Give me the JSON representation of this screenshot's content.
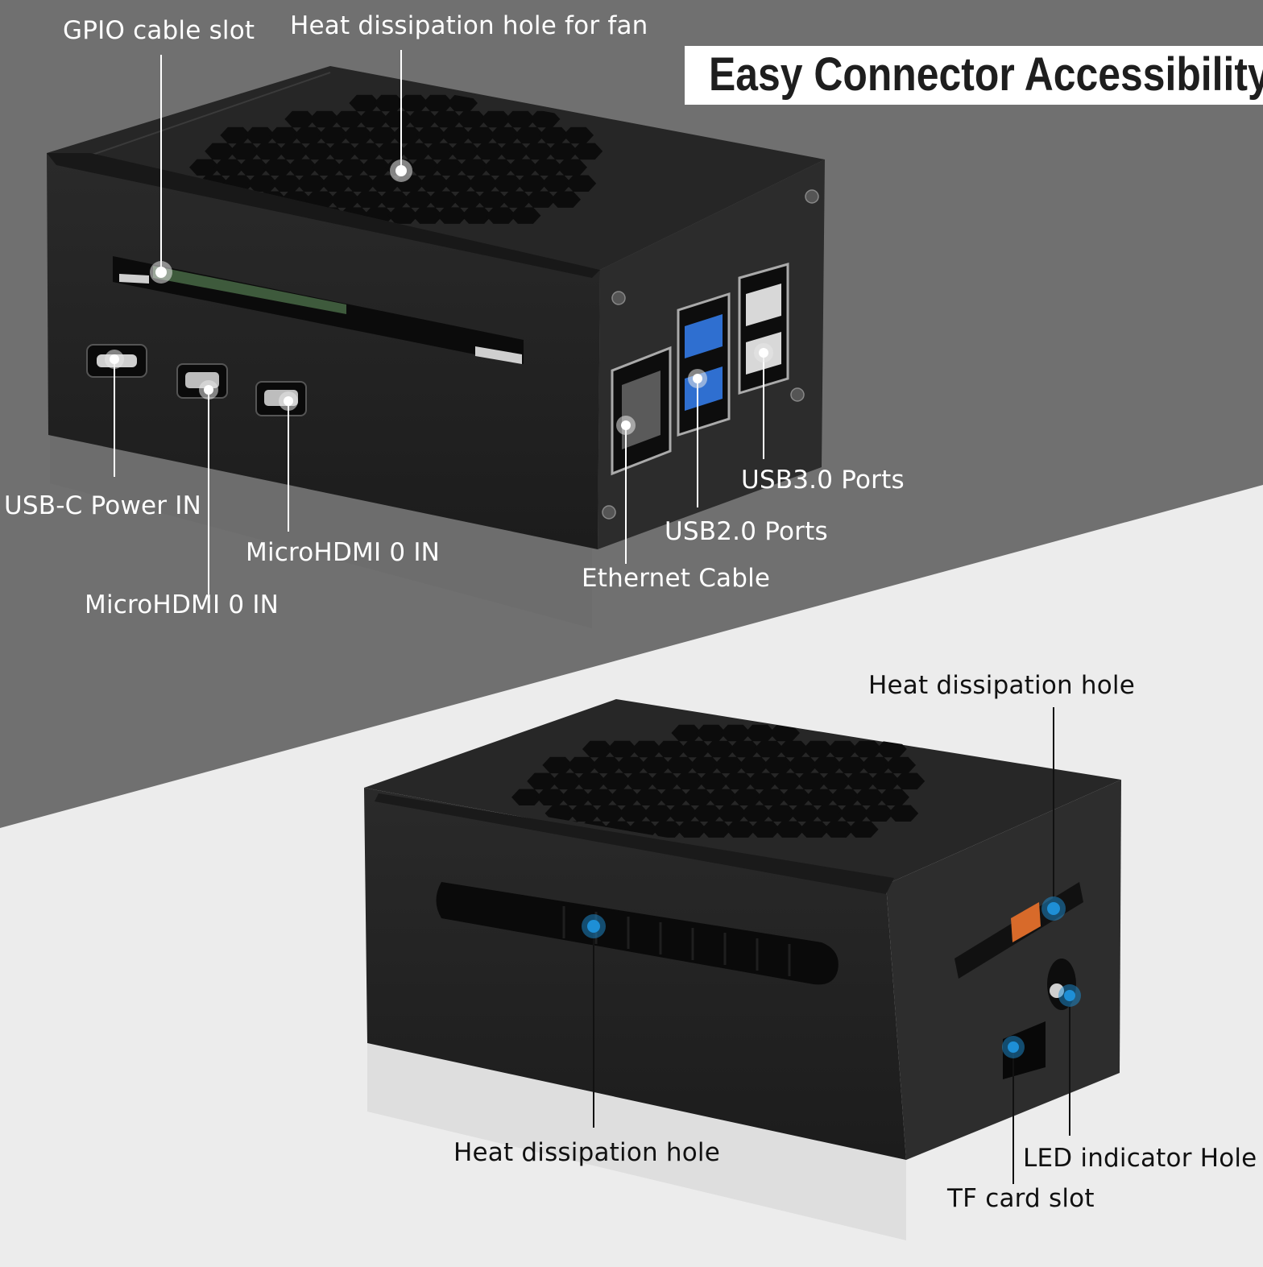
{
  "title": "Easy Connector Accessibility",
  "colors": {
    "upper_background": "#707070",
    "lower_background": "#ececec",
    "case_body": "#232323",
    "callout_dot_upper": "#e8e8e8",
    "callout_dot_lower": "#1e8fd6"
  },
  "icons": {
    "vent_pattern": "hexagon-grid-icon"
  },
  "upper_callouts": {
    "gpio_slot": "GPIO cable slot",
    "fan_hole": "Heat dissipation hole for fan",
    "usbc_power": "USB-C Power IN",
    "microhdmi_left": "MicroHDMI 0 IN",
    "microhdmi_right": "MicroHDMI 0 IN",
    "ethernet": "Ethernet Cable",
    "usb2": "USB2.0 Ports",
    "usb3": "USB3.0 Ports"
  },
  "lower_callouts": {
    "heat_hole_top": "Heat dissipation hole",
    "heat_hole_front": "Heat dissipation hole",
    "led_hole": "LED indicator Hole",
    "tf_slot": "TF card slot"
  }
}
